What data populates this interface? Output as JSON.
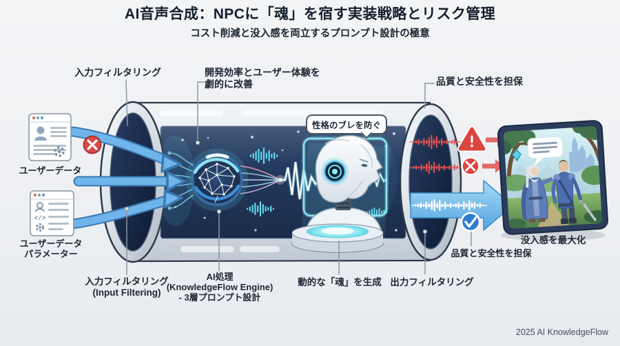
{
  "header": {
    "title": "AI音声合成：NPCに「魂」を宿す実装戦略とリスク管理",
    "subtitle": "コスト削減と没入感を両立するプロンプト設計の極意"
  },
  "inputs": {
    "user_data_label": "ユーザーデータ",
    "user_params_line1": "ユーザーデータ",
    "user_params_line2": "パラメーター"
  },
  "callouts": {
    "input_filtering_top": "入力フィルタリング",
    "dev_benefit_line1": "開発効率とユーザー体験を",
    "dev_benefit_line2": "劇的に改善",
    "quality_top": "品質と安全性を担保",
    "persona_bubble": "性格のブレを防ぐ",
    "input_filtering_bottom_line1": "入力フィルタリング",
    "input_filtering_bottom_line2": "(Input Filtering)",
    "ai_process_line1": "AI処理",
    "ai_process_line2": "(KnowledgeFlow Engine)",
    "ai_process_line3": "- 3層プロンプト設計",
    "soul_generation": "動的な「魂」を生成",
    "output_filtering": "出力フィルタリング",
    "quality_bottom": "品質と安全性を担保",
    "immersion": "没入感を最大化"
  },
  "footer": {
    "credit": "2025 AI KnowledgeFlow"
  },
  "icons": {
    "input_blocked": "x-circle-icon",
    "output_warning": "warning-triangle-icon",
    "output_blocked": "x-circle-icon",
    "output_approved": "check-circle-icon",
    "stage_brain": "brain-network-icon",
    "stage_robot": "android-head-icon",
    "source_profile": "user-profile-window-icon",
    "source_params": "user-parameters-window-icon",
    "npc_dialogue": "speech-bubble-icon"
  },
  "colors": {
    "background": "#eff1f4",
    "ink": "#1d2633",
    "tube_interior": "#1f3152",
    "accent_cyan": "#56c8e8",
    "accent_blue": "#5aa7e3",
    "alert_red": "#d9453f",
    "approve_blue": "#2e7cd6"
  }
}
